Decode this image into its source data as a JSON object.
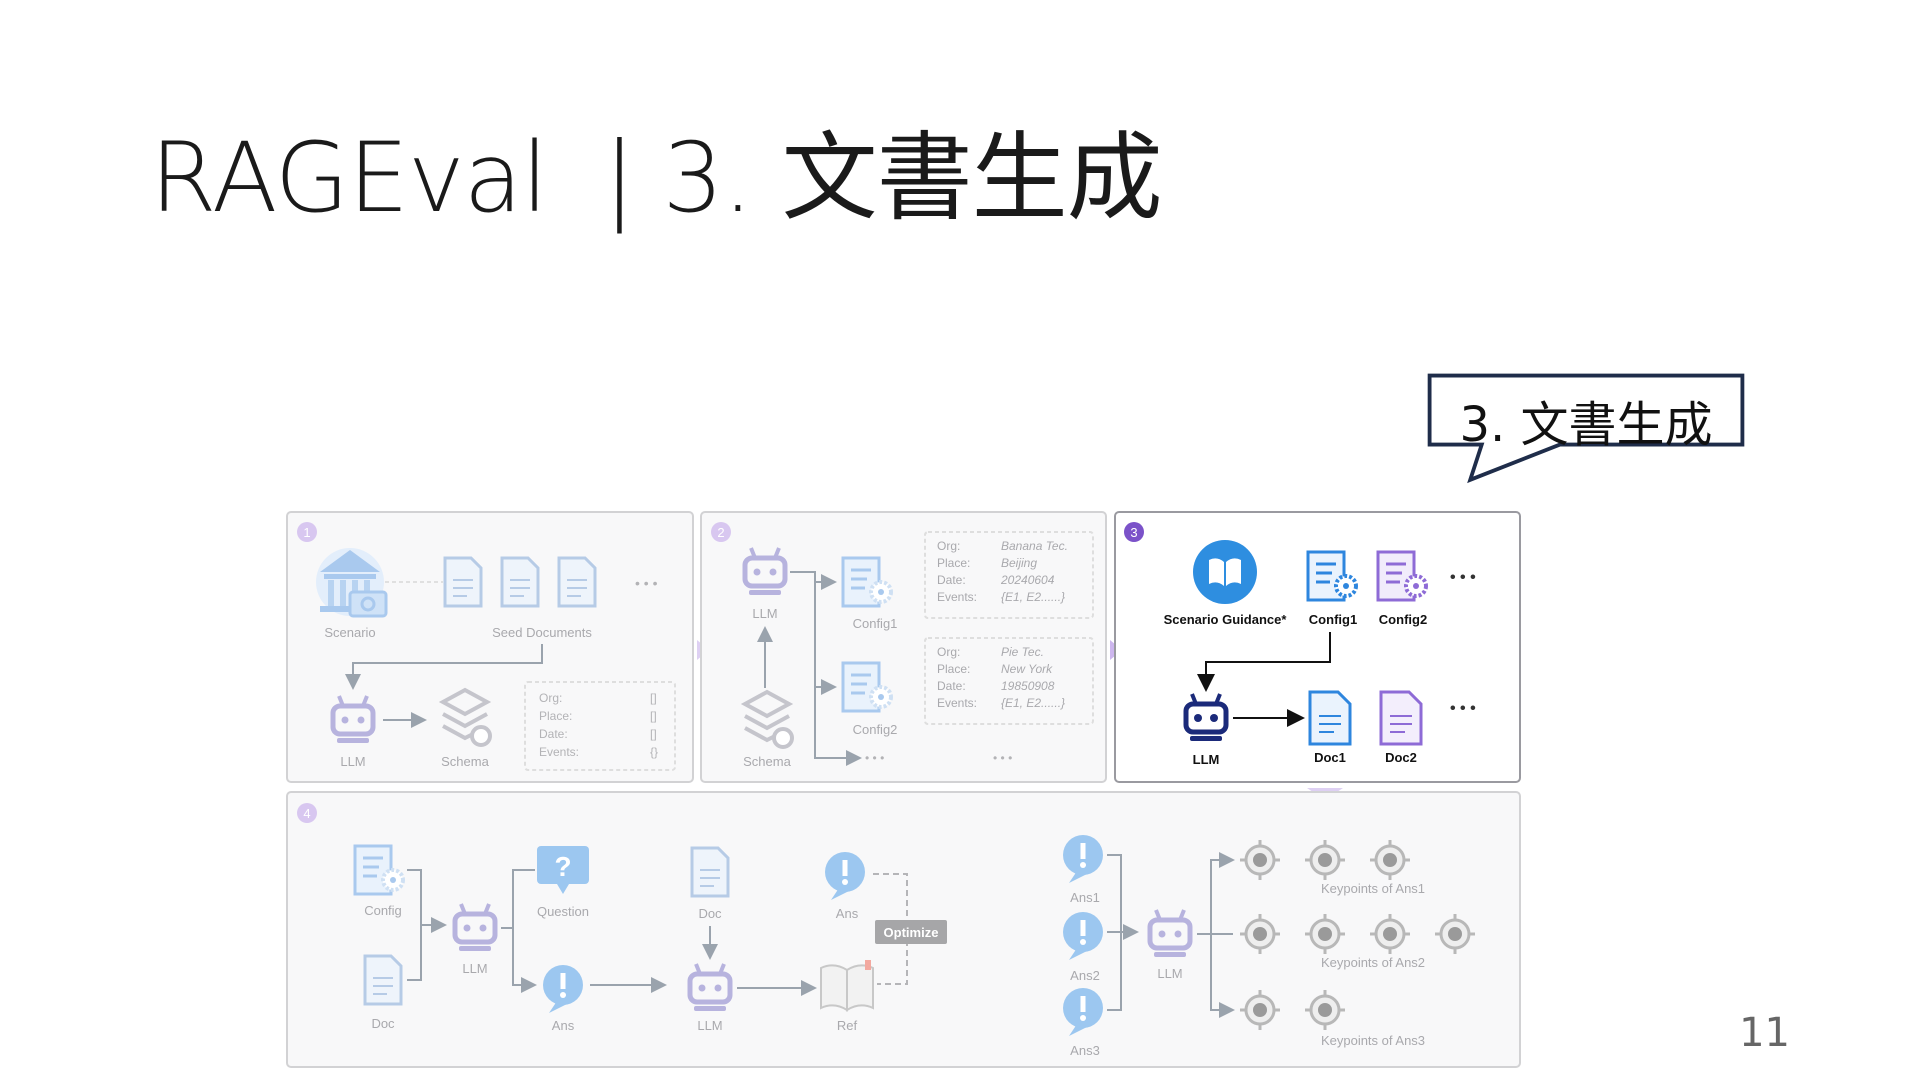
{
  "slide": {
    "title": "RAGEval",
    "title_separator": "|",
    "subtitle": "3. 文書生成",
    "callout": "3. 文書生成",
    "page_number": "11"
  },
  "colors": {
    "dark_navy": "#1f2d4a",
    "blue": "#2e86de",
    "purple": "#8e6bd6",
    "faded_blue": "#a9c9ee",
    "faded_purple": "#c9b8ec",
    "badge_purple": "#8e6bd6"
  },
  "diagram": {
    "panel1": {
      "badge": "1",
      "scenario": "Scenario",
      "seed_documents": "Seed Documents",
      "llm": "LLM",
      "schema": "Schema",
      "fields": [
        "Org:",
        "Place:",
        "Date:",
        "Events:"
      ],
      "values": [
        "[]",
        "[]",
        "[]",
        "{}"
      ]
    },
    "panel2": {
      "badge": "2",
      "llm": "LLM",
      "schema": "Schema",
      "config1": "Config1",
      "config2": "Config2",
      "card1": {
        "Org:": "Banana Tec.",
        "Place:": "Beijing",
        "Date:": "20240604",
        "Events:": "{E1, E2......}"
      },
      "card2": {
        "Org:": "Pie Tec.",
        "Place:": "New York",
        "Date:": "19850908",
        "Events:": "{E1, E2......}"
      },
      "card1_labels": [
        "Org:",
        "Place:",
        "Date:",
        "Events:"
      ],
      "card1_values": [
        "Banana Tec.",
        "Beijing",
        "20240604",
        "{E1, E2......}"
      ],
      "card2_values": [
        "Pie Tec.",
        "New York",
        "19850908",
        "{E1, E2......}"
      ]
    },
    "panel3": {
      "badge": "3",
      "scenario_guidance": "Scenario Guidance*",
      "config1": "Config1",
      "config2": "Config2",
      "llm": "LLM",
      "doc1": "Doc1",
      "doc2": "Doc2"
    },
    "panel4": {
      "badge": "4",
      "config": "Config",
      "doc": "Doc",
      "llm": "LLM",
      "question": "Question",
      "ans": "Ans",
      "doc_mid": "Doc",
      "llm_mid": "LLM",
      "ans_top": "Ans",
      "ref": "Ref",
      "optimize": "Optimize",
      "ans1": "Ans1",
      "ans2": "Ans2",
      "ans3": "Ans3",
      "llm_right": "LLM",
      "kp1": "Keypoints of Ans1",
      "kp2": "Keypoints of Ans2",
      "kp3": "Keypoints of Ans3"
    },
    "ellipsis": "• • •"
  }
}
